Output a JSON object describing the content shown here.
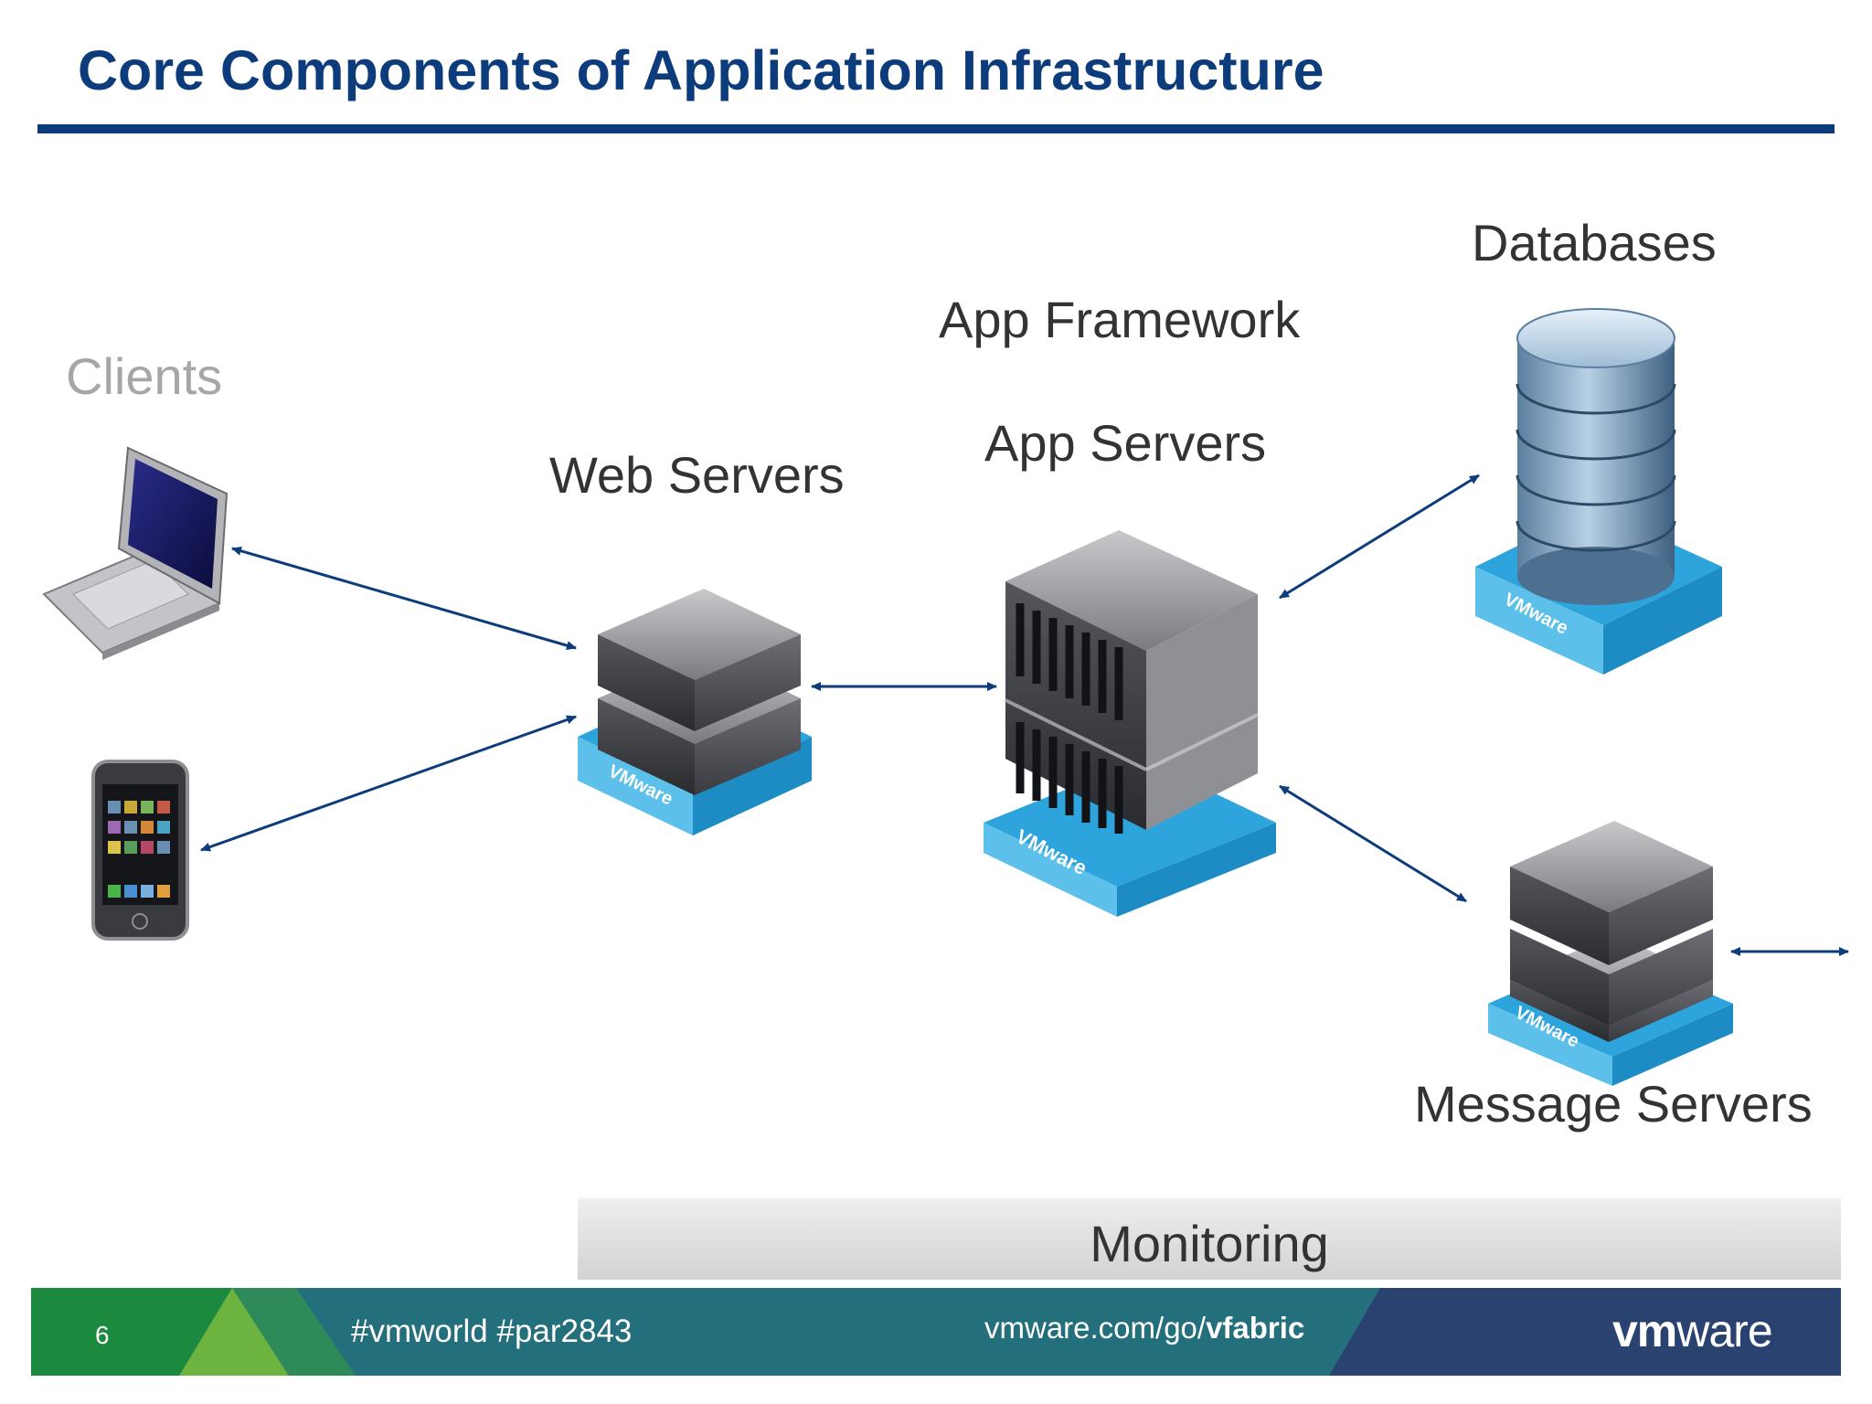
{
  "slide": {
    "title": "Core Components of Application Infrastructure"
  },
  "labels": {
    "clients": "Clients",
    "web_servers": "Web Servers",
    "app_framework": "App Framework",
    "app_servers": "App Servers",
    "databases": "Databases",
    "message_servers": "Message Servers",
    "monitoring": "Monitoring"
  },
  "platform_badge": "VMware",
  "footer": {
    "page_number": "6",
    "hashtags": "#vmworld #par2843",
    "url_prefix": "vmware.com/go/",
    "url_bold": "vfabric",
    "logo_vm": "vm",
    "logo_ware": "ware"
  },
  "colors": {
    "title": "#0c3c7c",
    "arrows": "#0c3c7c",
    "platform": "#3aa9e0",
    "footer_green": "#1b8a3e",
    "footer_teal": "#236f7c",
    "footer_navy": "#2a426f"
  }
}
